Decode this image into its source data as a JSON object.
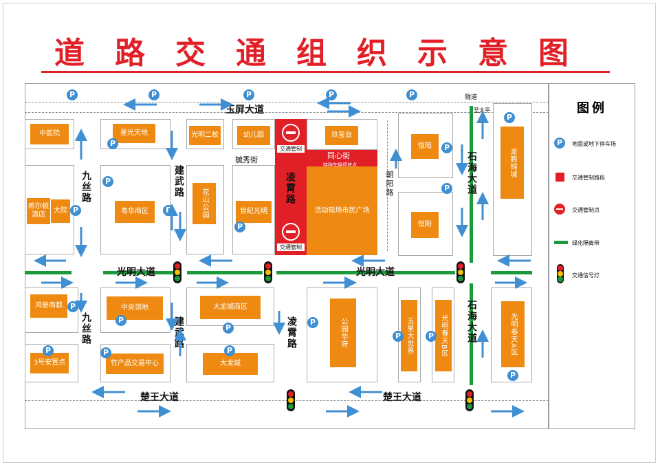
{
  "title": "道路交通组织示意图",
  "legend": {
    "title": "图例",
    "items": {
      "parking": "地面或地下停车场",
      "control_section": "交通管制路段",
      "control_point": "交通管制点",
      "green_belt": "绿化隔离带",
      "signal": "交通信号灯"
    },
    "colors": {
      "parking": "#3f8fd2",
      "control": "#e11f26",
      "green": "#1a9a3a",
      "building": "#ee8a12"
    }
  },
  "roads": {
    "yuping": "玉屏大道",
    "guangming_left": "光明大道",
    "guangming_right": "光明大道",
    "chuwang_left": "楚王大道",
    "chuwang_right": "楚王大道",
    "jiusi_top": "九丝路",
    "jiusi_bottom": "九丝路",
    "jianwu_top": "建武路",
    "jianwu_bottom": "建武路",
    "lingxiao_top": "凌霄路",
    "lingxiao_bottom": "凌霄路",
    "shihai_top": "石海大道",
    "shihai_bottom": "石海大道",
    "chaoyang": "朝阳路",
    "qixiu": "毓秀街",
    "tongxin": "同心街",
    "tunnel": "隧道",
    "to_taiping": "至太平"
  },
  "control": {
    "label_top": "交通管制",
    "label_bottom": "交通管制",
    "special_parking": "特种车辆停放点"
  },
  "buildings": {
    "zhongyiyuan": "中医院",
    "xingguang": "星光天地",
    "guangming2": "光明二校",
    "youeryuan": "幼儿园",
    "jiuxitai": "玖玺台",
    "hengyang_top": "恒阳",
    "longteng": "龙腾锦城",
    "xierdun": "希尔顿酒店",
    "dayuan": "大院",
    "yuehua": "粤华商区",
    "huashan": "花山公园",
    "shiji": "世纪光明",
    "lingxiao_road_label": "凌霄路",
    "activity": "活动现场市民广场",
    "hengyang_bottom": "恒阳",
    "hongyu": "鸿誉商都",
    "zhongyang": "中央领地",
    "dalong_shang": "大龙城商区",
    "gongyuan": "公园华府",
    "wuxing": "五星大世界",
    "guangming_b": "光明春天B区",
    "guangming_a": "光明春天A区",
    "anzhi3": "3号安置点",
    "zhuchanpin": "竹产品交易中心",
    "dalong": "大龙城"
  },
  "parking_symbol": "P"
}
